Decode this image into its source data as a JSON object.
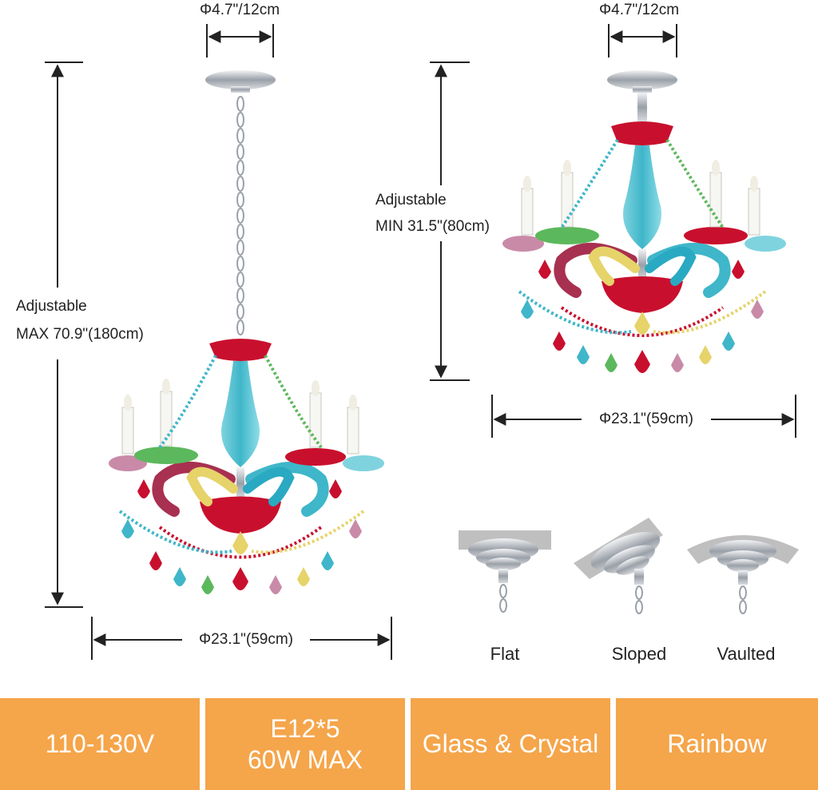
{
  "left_fixture": {
    "canopy_dim": "Φ4.7\"/12cm",
    "height_label_line1": "Adjustable",
    "height_label_line2": "MAX 70.9\"(180cm)",
    "width_dim": "Φ23.1\"(59cm)"
  },
  "right_fixture": {
    "canopy_dim": "Φ4.7\"/12cm",
    "height_label_line1": "Adjustable",
    "height_label_line2": "MIN 31.5\"(80cm)",
    "width_dim": "Φ23.1\"(59cm)"
  },
  "ceiling_mounts": [
    {
      "label": "Flat"
    },
    {
      "label": "Sloped"
    },
    {
      "label": "Vaulted"
    }
  ],
  "spec_bar": [
    {
      "line1": "110-130V",
      "line2": ""
    },
    {
      "line1": "E12*5",
      "line2": "60W MAX"
    },
    {
      "line1": "Glass & Crystal",
      "line2": ""
    },
    {
      "line1": "Rainbow",
      "line2": ""
    }
  ],
  "colors": {
    "spec_bar_bg": "#f5a54a",
    "spec_bar_text": "#ffffff",
    "crystal_red": "#c8102e",
    "crystal_teal": "#3fb6c9",
    "crystal_green": "#5cb85c",
    "crystal_yellow": "#e6d36a",
    "crystal_pink": "#c98aa8",
    "chrome": "#b8bcc2"
  }
}
